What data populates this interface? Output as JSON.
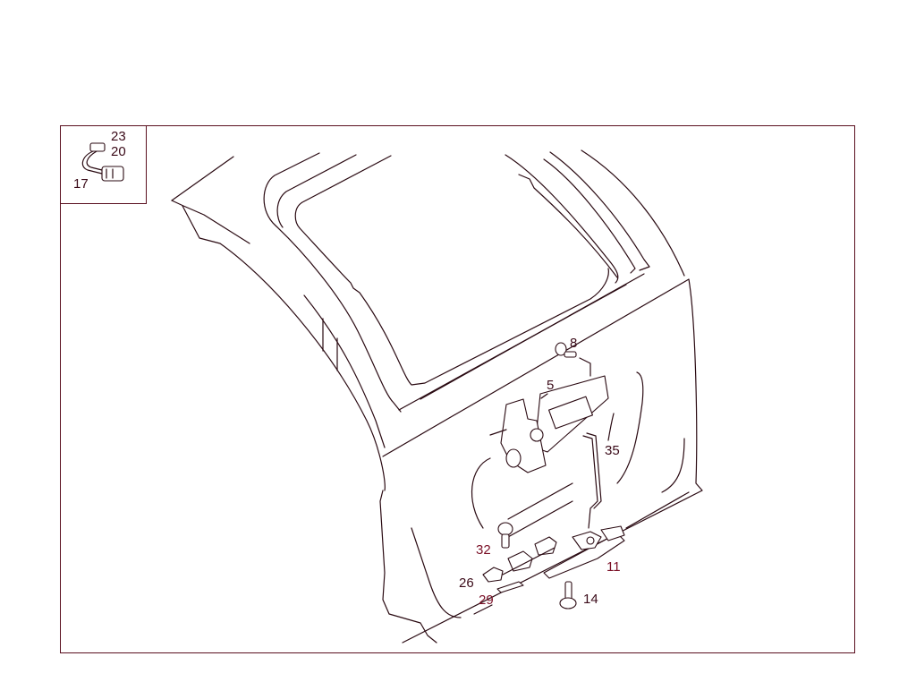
{
  "diagram": {
    "type": "exploded-parts-diagram",
    "subject": "tailgate lock assembly",
    "colors": {
      "frame": "#5a0f1f",
      "line": "#2a0a12",
      "label": "#3a0a18"
    },
    "inset": {
      "labels": [
        {
          "id": "23",
          "text": "23"
        },
        {
          "id": "20",
          "text": "20"
        },
        {
          "id": "17",
          "text": "17"
        }
      ]
    },
    "callouts": [
      {
        "id": "8",
        "text": "8"
      },
      {
        "id": "5",
        "text": "5"
      },
      {
        "id": "35",
        "text": "35"
      },
      {
        "id": "32",
        "text": "32"
      },
      {
        "id": "11",
        "text": "11"
      },
      {
        "id": "26",
        "text": "26"
      },
      {
        "id": "29",
        "text": "29"
      },
      {
        "id": "14",
        "text": "14"
      }
    ]
  }
}
